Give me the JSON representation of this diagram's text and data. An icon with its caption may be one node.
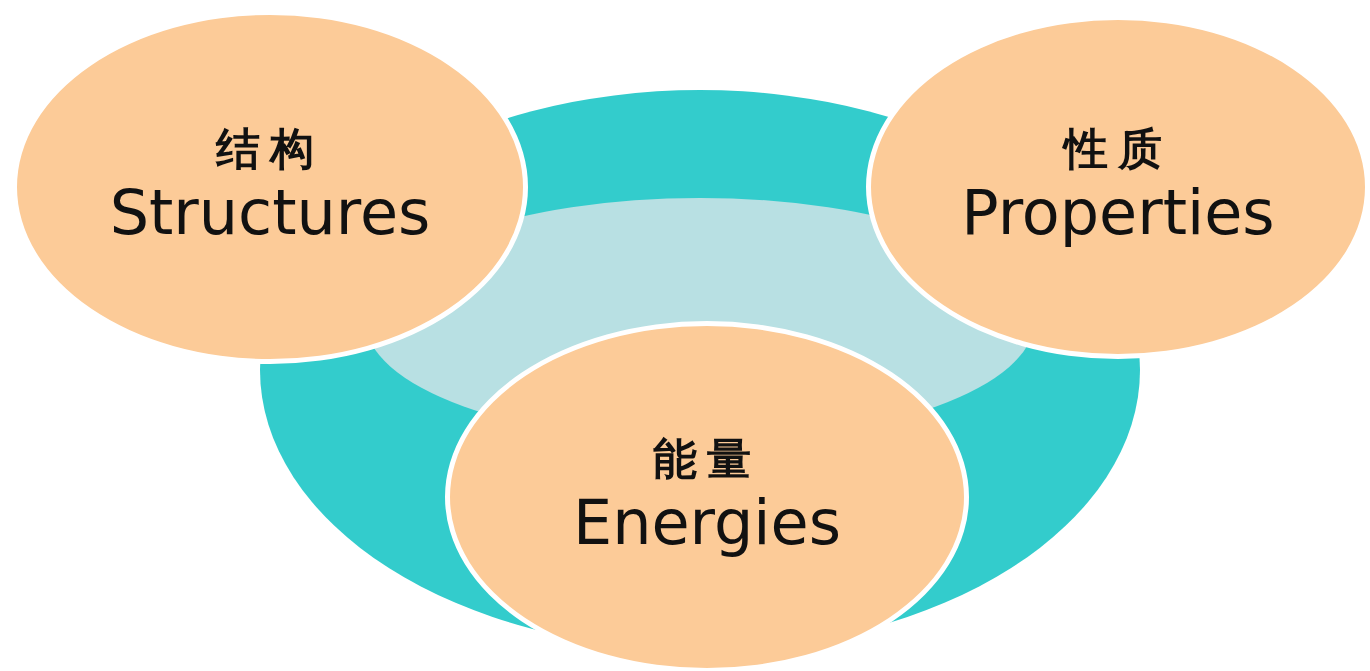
{
  "diagram": {
    "nodes": [
      {
        "text": [
          "结构",
          "Structures"
        ]
      },
      {
        "text": [
          "性质",
          "Properties"
        ]
      },
      {
        "text": [
          "能量",
          "Energies"
        ]
      }
    ]
  }
}
